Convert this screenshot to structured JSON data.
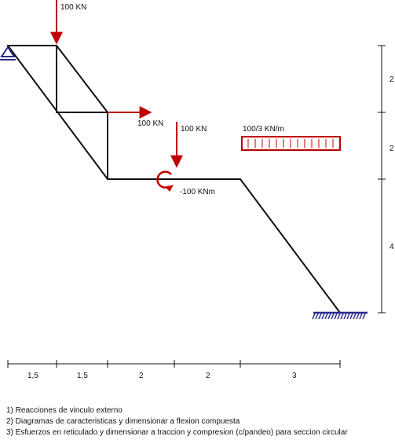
{
  "colors": {
    "member": "#111111",
    "load": "#c00000",
    "support": "#2a2a8c"
  },
  "loads": {
    "p1": "100 KN",
    "p2": "100 KN",
    "p3": "100 KN",
    "moment": "-100 KNm",
    "distributed": "100/3 KN/m"
  },
  "vertical_dims": [
    "2",
    "2",
    "4"
  ],
  "horizontal_dims": [
    "1,5",
    "1,5",
    "2",
    "2",
    "3"
  ],
  "tasks": [
    "1) Reacciones de vinculo externo",
    "2) Diagramas de caracteristicas y dimensionar a flexion compuesta",
    "3) Esfuerzos en reticulado y dimensionar a traccion y compresion (c/pandeo) para seccion circular"
  ],
  "icons": {
    "pin_support": "pin-support-icon",
    "fixed_support": "fixed-support-icon",
    "moment": "moment-arrow-icon"
  }
}
